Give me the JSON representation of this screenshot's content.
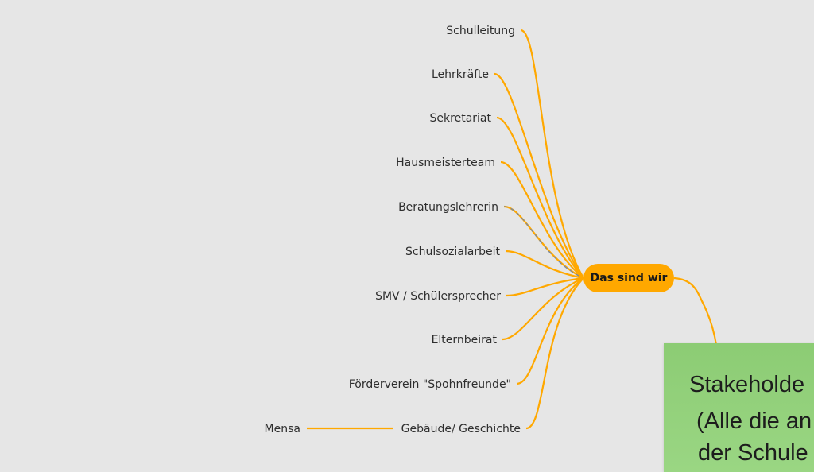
{
  "root": {
    "label": "Das sind wir"
  },
  "branches": [
    {
      "label": "Schulleitung"
    },
    {
      "label": "Lehrkräfte"
    },
    {
      "label": "Sekretariat"
    },
    {
      "label": "Hausmeisterteam"
    },
    {
      "label": "Beratungslehrerin"
    },
    {
      "label": "Schulsozialarbeit"
    },
    {
      "label": "SMV / Schülersprecher"
    },
    {
      "label": "Elternbeirat"
    },
    {
      "label": "Förderverein \"Spohnfreunde\""
    },
    {
      "label": "Gebäude/ Geschichte",
      "children": [
        {
          "label": "Mensa"
        }
      ]
    }
  ],
  "sticky_note": {
    "lines": [
      "Stakeholde",
      "(Alle die an",
      "der Schule"
    ]
  },
  "colors": {
    "branch": "#ffa800",
    "root": "#ffa800",
    "sticky": "#8ccc74",
    "background": "#e6e6e6"
  }
}
